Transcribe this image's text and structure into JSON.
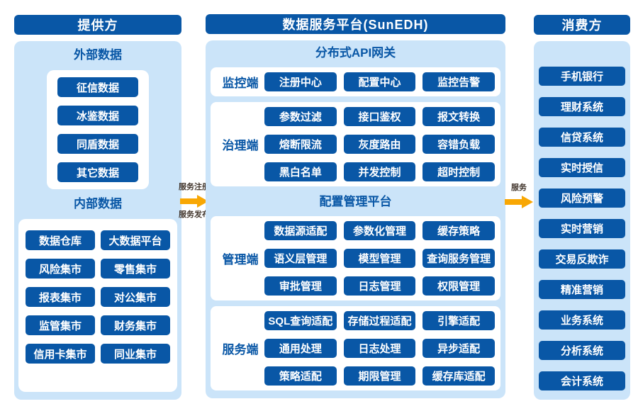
{
  "colors": {
    "dark_blue": "#0957A6",
    "light_blue": "#CBE4F9",
    "arrow_orange": "#F8A704",
    "white": "#FFFFFF"
  },
  "provider": {
    "header": "提供方",
    "sections": [
      {
        "title": "外部数据",
        "items": [
          "征信数据",
          "冰鉴数据",
          "同盾数据",
          "其它数据"
        ]
      },
      {
        "title": "内部数据",
        "items": [
          "数据仓库",
          "大数据平台",
          "风险集市",
          "零售集市",
          "报表集市",
          "对公集市",
          "监管集市",
          "财务集市",
          "信用卡集市",
          "同业集市"
        ]
      }
    ]
  },
  "platform": {
    "header": "数据服务平台(SunEDH)",
    "sections": [
      {
        "title": "分布式API网关",
        "groups": [
          {
            "label": "监控端",
            "items": [
              "注册中心",
              "配置中心",
              "监控告警"
            ]
          },
          {
            "label": "治理端",
            "items": [
              "参数过滤",
              "接口鉴权",
              "报文转换",
              "熔断限流",
              "灰度路由",
              "容错负载",
              "黑白名单",
              "并发控制",
              "超时控制"
            ]
          }
        ]
      },
      {
        "title": "配置管理平台",
        "groups": [
          {
            "label": "管理端",
            "items": [
              "数据源适配",
              "参数化管理",
              "缓存策略",
              "语义层管理",
              "模型管理",
              "查询服务管理",
              "审批管理",
              "日志管理",
              "权限管理"
            ]
          },
          {
            "label": "服务端",
            "items": [
              "SQL查询适配",
              "存储过程适配",
              "引擎适配",
              "通用处理",
              "日志处理",
              "异步适配",
              "策略适配",
              "期限管理",
              "缓存库适配"
            ]
          }
        ]
      }
    ]
  },
  "consumer": {
    "header": "消费方",
    "items": [
      "手机银行",
      "理财系统",
      "信贷系统",
      "实时授信",
      "风险预警",
      "实时营销",
      "交易反欺诈",
      "精准营销",
      "业务系统",
      "分析系统",
      "会计系统"
    ]
  },
  "arrows": {
    "left": {
      "top_label": "服务注册",
      "bottom_label": "服务发布"
    },
    "right": {
      "label": "服务"
    }
  }
}
